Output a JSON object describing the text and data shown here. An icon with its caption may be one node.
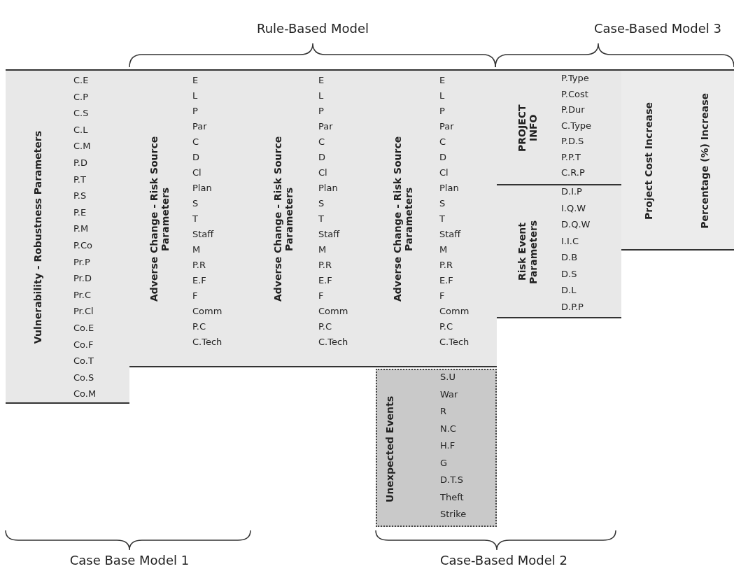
{
  "diagram": {
    "nodes": [
      {
        "text": [
          "Vulnerability - Robustness Parameters",
          "C.E",
          "C.P",
          "C.S",
          "C.L",
          "C.M",
          "P.D",
          "P.T",
          "P.S",
          "P.E",
          "P.M",
          "P.Co",
          "Pr.P",
          "Pr.D",
          "Pr.C",
          "Pr.Cl",
          "Co.E",
          "Co.F",
          "Co.T",
          "Co.S",
          "Co.M"
        ]
      },
      {
        "text": [
          "Adverse Change - Risk Source Parameters",
          "E",
          "L",
          "P",
          "Par",
          "C",
          "D",
          "Cl",
          "Plan",
          "S",
          "T",
          "Staff",
          "M",
          "P.R",
          "E.F",
          "F",
          "Comm",
          "P.C",
          "C.Tech"
        ]
      },
      {
        "text": [
          "Adverse Change - Risk Source Parameters",
          "E",
          "L",
          "P",
          "Par",
          "C",
          "D",
          "Cl",
          "Plan",
          "S",
          "T",
          "Staff",
          "M",
          "P.R",
          "E.F",
          "F",
          "Comm",
          "P.C",
          "C.Tech"
        ]
      },
      {
        "text": [
          "Adverse Change - Risk Source Parameters",
          "E",
          "L",
          "P",
          "Par",
          "C",
          "D",
          "Cl",
          "Plan",
          "S",
          "T",
          "Staff",
          "M",
          "P.R",
          "E.F",
          "F",
          "Comm",
          "P.C",
          "C.Tech"
        ]
      },
      {
        "text": [
          "Unexpected Events",
          "S.U",
          "War",
          "R",
          "N.C",
          "H.F",
          "G",
          "D.T.S",
          "Theft",
          "Strike"
        ]
      },
      {
        "text": [
          "PROJECT INFO",
          "P.Type",
          "P.Cost",
          "P.Dur",
          "C.Type",
          "P.D.S",
          "P.P.T",
          "C.R.P"
        ]
      },
      {
        "text": [
          "Risk Event Parameters",
          "D.I.P",
          "I.Q.W",
          "D.Q.W",
          "I.I.C",
          "D.B",
          "D.S",
          "D.L",
          "D.P.P"
        ]
      },
      {
        "text": [
          "Project Cost Increase"
        ]
      },
      {
        "text": [
          "Percentage (%) Increase"
        ]
      }
    ],
    "labels": [
      "Rule-Based Model",
      "Case-Based Model 3",
      "Case Base Model 1",
      "Case-Based Model 2"
    ]
  }
}
